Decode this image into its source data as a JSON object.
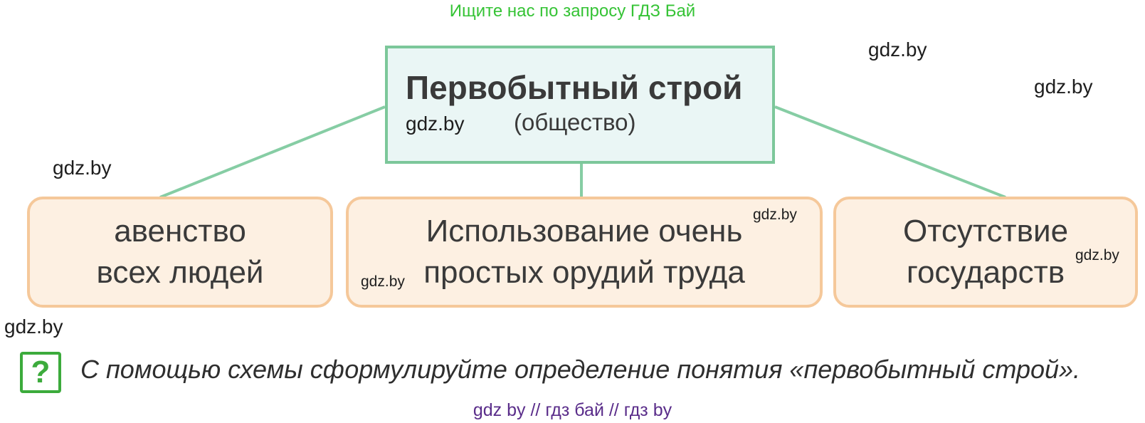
{
  "banner": {
    "text": "Ищите нас по запросу ГДЗ Бай",
    "color": "#35c335"
  },
  "diagram": {
    "main": {
      "title": "Первобытный строй",
      "subtitle": "(общество)",
      "watermark": "gdz.by"
    },
    "branches": [
      {
        "line1": "авенство",
        "line2": "всех людей"
      },
      {
        "line1": "Использование очень",
        "line2": "простых орудий труда"
      },
      {
        "line1": "Отсутствие",
        "line2": "государств"
      }
    ],
    "colors": {
      "main_fill": "#eaf6f5",
      "main_border": "#7cc79a",
      "branch_fill": "#fdf0e2",
      "branch_border": "#f5c89a",
      "connector": "#86cda4"
    }
  },
  "watermarks": {
    "top_right_1": "gdz.by",
    "top_right_2": "gdz.by",
    "left": "gdz.by",
    "middle_box_top": "gdz.by",
    "middle_box_bottom": "gdz.by",
    "right_box": "gdz.by",
    "bottom_left": "gdz.by"
  },
  "task": {
    "icon": "question-mark-icon",
    "icon_symbol": "?",
    "text": "С помощью схемы сформулируйте определение понятия «первобытный строй»."
  },
  "footer": {
    "text": "gdz by  //  гдз бай  //  гдз by",
    "color": "#5a2d8a"
  }
}
